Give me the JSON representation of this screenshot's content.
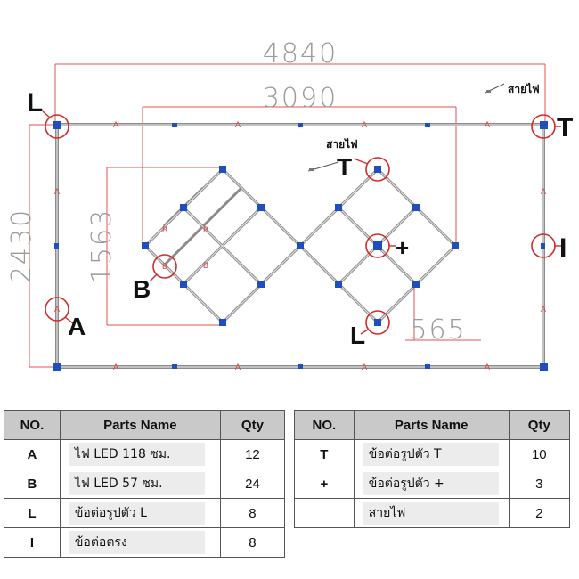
{
  "dimensions": {
    "overall_width": "4840",
    "inner_width": "3090",
    "overall_height": "2430",
    "diamond_height": "1563",
    "small_offset": "565"
  },
  "labels": {
    "L": "L",
    "T": "T",
    "I": "I",
    "A": "A",
    "B": "B",
    "plus": "+",
    "segment_A": "A",
    "segment_B": "B",
    "cable": "สายไฟ"
  },
  "colors": {
    "frame": "#8c8c8c",
    "connector": "#1f4fbf",
    "callout_circle": "#d42a2a",
    "dimension_line": "#e05050"
  },
  "table_left": {
    "headers": [
      "NO.",
      "Parts Name",
      "Qty"
    ],
    "rows": [
      {
        "no": "A",
        "name": "ไฟ LED 118 ซม.",
        "qty": "12"
      },
      {
        "no": "B",
        "name": "ไฟ LED 57 ซม.",
        "qty": "24"
      },
      {
        "no": "L",
        "name": "ข้อต่อรูปตัว L",
        "qty": "8"
      },
      {
        "no": "I",
        "name": "ข้อต่อตรง",
        "qty": "8"
      }
    ]
  },
  "table_right": {
    "headers": [
      "NO.",
      "Parts Name",
      "Qty"
    ],
    "rows": [
      {
        "no": "T",
        "name": "ข้อต่อรูปตัว T",
        "qty": "10"
      },
      {
        "no": "+",
        "name": "ข้อต่อรูปตัว +",
        "qty": "3"
      },
      {
        "no": "",
        "name": "สายไฟ",
        "qty": "2"
      }
    ]
  }
}
